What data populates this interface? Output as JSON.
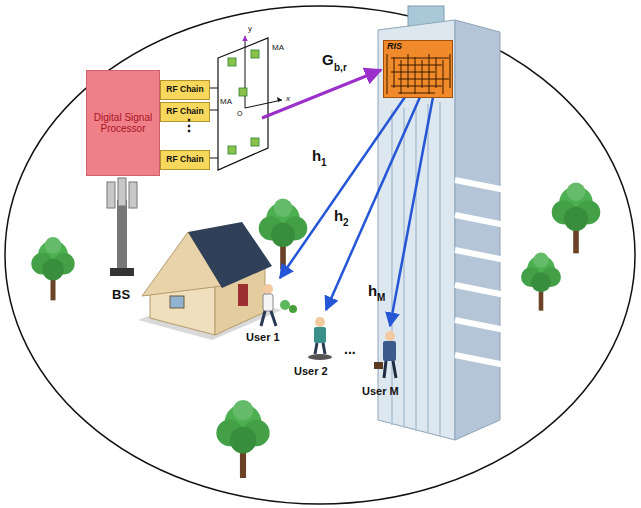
{
  "diagram": {
    "nodes": [
      {
        "text": [
          "Digital Signal Processor"
        ]
      },
      {
        "text": [
          "RF Chain"
        ]
      },
      {
        "text": [
          "RF Chain"
        ]
      },
      {
        "text": [
          "RF Chain"
        ]
      },
      {
        "text": [
          "RIS"
        ]
      }
    ],
    "edges": [
      {
        "from": 0,
        "to": 1,
        "arrow": "none"
      },
      {
        "from": 0,
        "to": 2,
        "arrow": "none"
      },
      {
        "from": 0,
        "to": 3,
        "arrow": "none"
      }
    ],
    "labels": [
      "⋮",
      "y",
      "x",
      "MA",
      "MA",
      "O",
      "G",
      "b,r",
      "h",
      "1",
      "h",
      "2",
      "h",
      "M",
      "BS",
      "User 1",
      "User 2",
      "...",
      "User M"
    ]
  }
}
